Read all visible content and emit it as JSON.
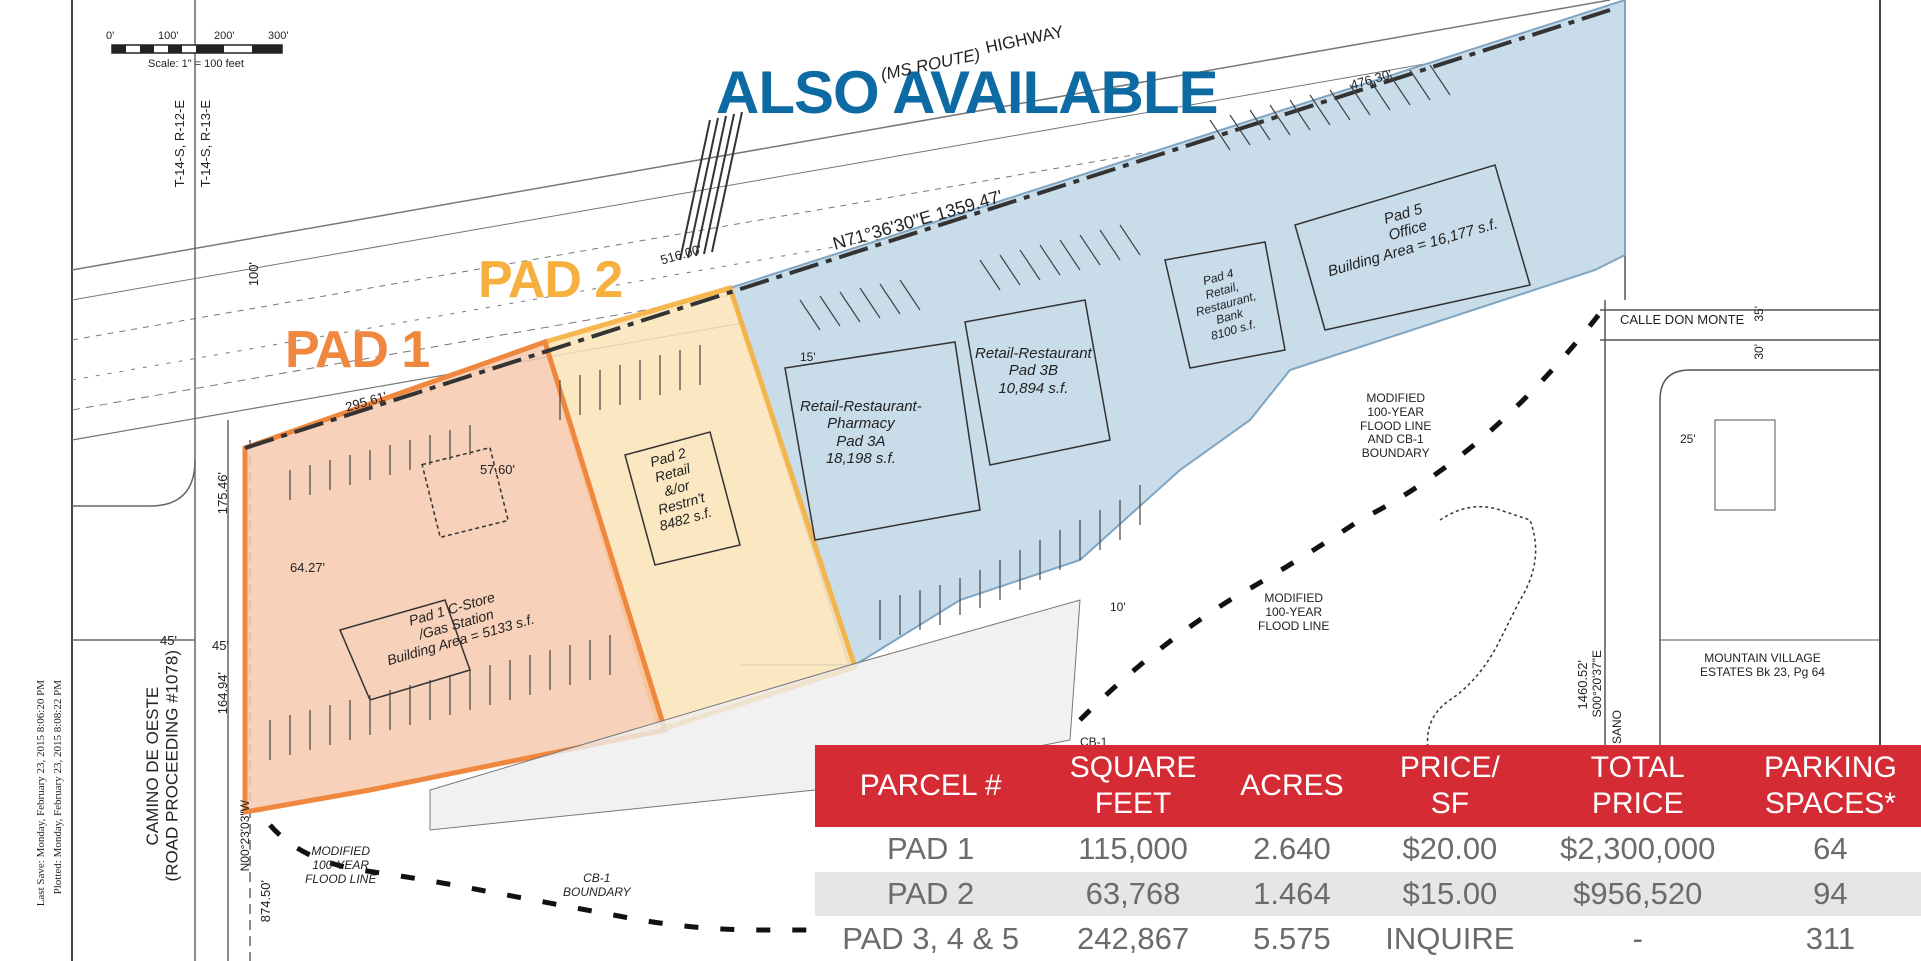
{
  "map": {
    "heading_also": "ALSO AVAILABLE",
    "heading_pad1": "PAD 1",
    "heading_pad2": "PAD 2",
    "colors": {
      "pad1": "#f0873f",
      "pad2": "#f5b03f",
      "also": "#0d6aa2",
      "blue_fill": "#c9dce9",
      "table_header": "#d42b35"
    },
    "scale": {
      "ticks": [
        "0'",
        "100'",
        "200'",
        "300'"
      ],
      "label": "Scale: 1\" = 100 feet"
    },
    "highway": {
      "line1": "HIGHWAY",
      "line2": "(MS ROUTE)"
    },
    "bearing": "N71°36'30\"E 1359.47'",
    "township": [
      "T-14-S, R-12-E",
      "T-14-S, R-13-E"
    ],
    "dims": {
      "d476": "476.30'",
      "d516": "516.00'",
      "d295": "295.61'",
      "d175": "175.46'",
      "d164": "164.94'",
      "d874": "874.50'",
      "d1460": "1460.52'",
      "d45a": "45'",
      "d45b": "45'",
      "d57": "57.60'",
      "d64": "64.27'",
      "d100": "100'",
      "d35": "35'",
      "d30": "30'",
      "d25": "25'",
      "d10": "10'",
      "d15": "15'"
    },
    "pads": {
      "pad1": [
        "Pad 1 C-Store",
        "/Gas Station",
        "Building Area = 5133 s.f."
      ],
      "pad2": [
        "Pad 2",
        "Retail",
        "&/or",
        "Restrn't",
        "8482 s.f."
      ],
      "pad3a": [
        "Retail-Restaurant-",
        "Pharmacy",
        "Pad 3A",
        "18,198 s.f."
      ],
      "pad3b": [
        "Retail-Restaurant",
        "Pad 3B",
        "10,894 s.f."
      ],
      "pad4": [
        "Pad 4",
        "Retail,",
        "Restaurant,",
        "Bank",
        "8100 s.f."
      ],
      "pad5": [
        "Pad 5",
        "Office",
        "Building Area = 16,177 s.f."
      ]
    },
    "notes": {
      "modified_cb1": [
        "MODIFIED",
        "100-YEAR",
        "FLOOD LINE",
        "AND CB-1",
        "BOUNDARY"
      ],
      "modified_flood": [
        "MODIFIED",
        "100-YEAR",
        "FLOOD LINE"
      ],
      "modified_flood_left": [
        "MODIFIED",
        "100-YEAR",
        "FLOOD LINE"
      ],
      "cb1_boundary": [
        "CB-1",
        "BOUNDARY"
      ],
      "cb1": "CB-1",
      "calle_don_monte": "CALLE DON MONTE",
      "mountain_village": [
        "MOUNTAIN VILLAGE",
        "ESTATES Bk 23, Pg 64"
      ],
      "camino": [
        "CAMINO DE OESTE",
        "(ROAD PROCEEDING #1078)"
      ],
      "bearing_left": "N00°23'03\"W",
      "bearing_right": "S00°20'37\"E",
      "sano": "SANO",
      "last_save": "Last Save:   Monday, February 23, 2015 8:06:20 PM",
      "plotted": "Plotted:     Monday, February 23, 2015 8:08:22 PM"
    }
  },
  "table": {
    "headers": [
      [
        "PARCEL #"
      ],
      [
        "SQUARE",
        "FEET"
      ],
      [
        "ACRES"
      ],
      [
        "PRICE/",
        "SF"
      ],
      [
        "TOTAL",
        "PRICE"
      ],
      [
        "PARKING",
        "SPACES*"
      ]
    ],
    "rows": [
      [
        "PAD 1",
        "115,000",
        "2.640",
        "$20.00",
        "$2,300,000",
        "64"
      ],
      [
        "PAD 2",
        "63,768",
        "1.464",
        "$15.00",
        "$956,520",
        "94"
      ],
      [
        "PAD 3, 4 & 5",
        "242,867",
        "5.575",
        "INQUIRE",
        "-",
        "311"
      ]
    ]
  }
}
